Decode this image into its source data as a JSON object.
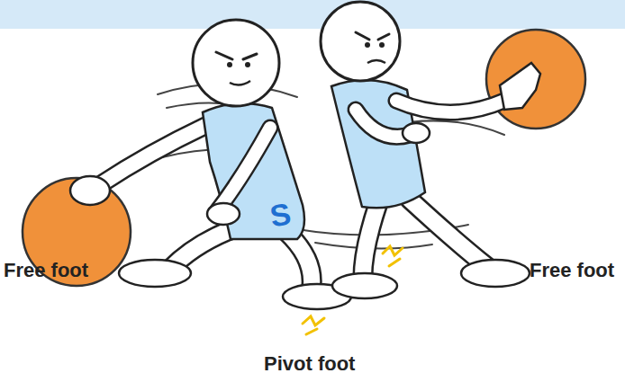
{
  "diagram": {
    "labels": [
      "S",
      "Free foot",
      "Free foot",
      "Pivot foot"
    ]
  }
}
